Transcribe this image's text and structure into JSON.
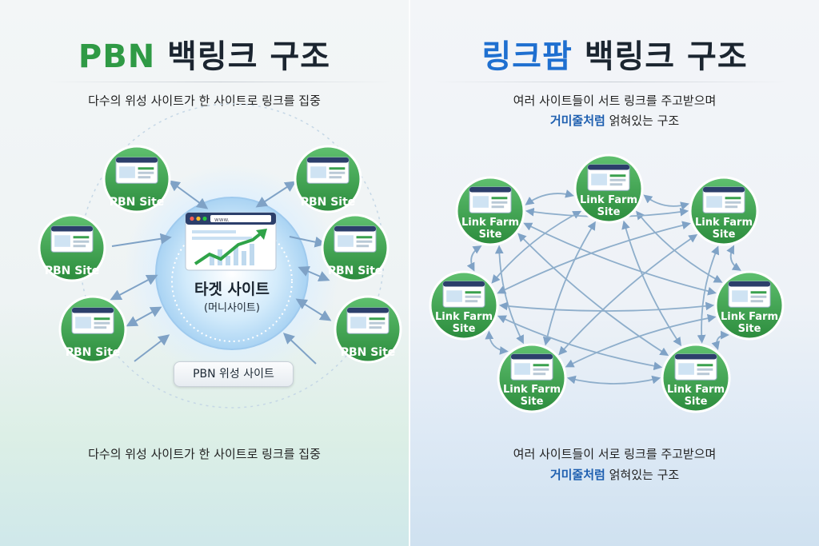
{
  "left": {
    "title_accent": "PBN",
    "title_rest": " 백링크 구조",
    "subtitle_top": "다수의 위성 사이트가 한 사이트로 링크를 집중",
    "subtitle_bottom": "다수의 위성 사이트가 한 사이트로 링크를 집중",
    "target_title": "타겟 사이트",
    "target_sub": "(머니사이트)",
    "url_text": "www.",
    "satellite_label": "PBN Site",
    "tag": "PBN 위성 사이트",
    "accent_color": "#2f9a45"
  },
  "right": {
    "title_accent": "링크팜",
    "title_rest": " 백링크 구조",
    "subtitle_top_1": "여러 사이트들이 서트 링크를 주고받으며",
    "subtitle_top_2_hl": "거미줄처럼",
    "subtitle_top_2_rest": " 얽혀있는 구조",
    "subtitle_bottom_1": "여러 사이트들이 서로 링크를 주고받으며",
    "subtitle_bottom_2_hl": "거미줄처럼",
    "subtitle_bottom_2_rest": " 얽혀있는 구조",
    "node_line1": "Link Farm",
    "node_line2": "Site",
    "accent_color": "#1f6fd0"
  }
}
